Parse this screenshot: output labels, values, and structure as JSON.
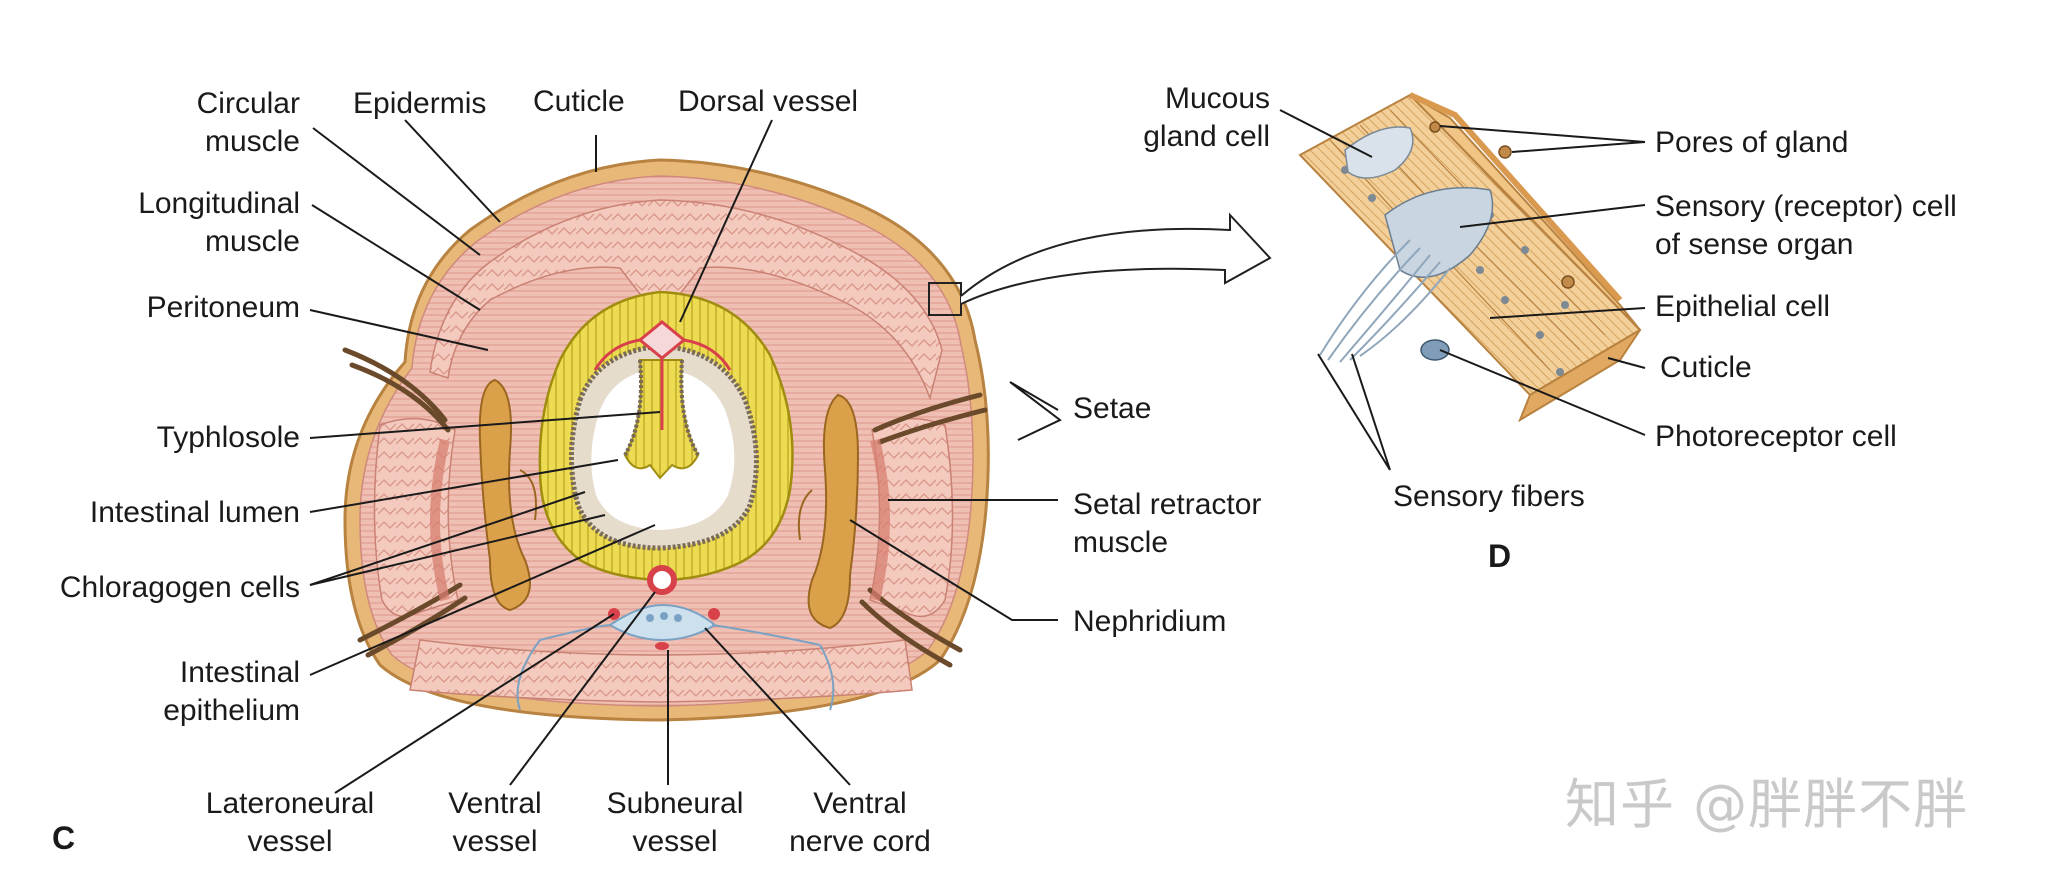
{
  "panels": {
    "c": "C",
    "d": "D"
  },
  "labels_c": {
    "circular_muscle": [
      "Circular",
      "muscle"
    ],
    "epidermis": "Epidermis",
    "cuticle": "Cuticle",
    "dorsal_vessel": "Dorsal vessel",
    "longitudinal_muscle": [
      "Longitudinal",
      "muscle"
    ],
    "peritoneum": "Peritoneum",
    "typhlosole": "Typhlosole",
    "intestinal_lumen": "Intestinal lumen",
    "chloragogen_cells": "Chloragogen cells",
    "intestinal_epithelium": [
      "Intestinal",
      "epithelium"
    ],
    "setae": "Setae",
    "setal_retractor_muscle": [
      "Setal retractor",
      "muscle"
    ],
    "nephridium": "Nephridium",
    "lateroneural_vessel": [
      "Lateroneural",
      "vessel"
    ],
    "ventral_vessel": [
      "Ventral",
      "vessel"
    ],
    "subneural_vessel": [
      "Subneural",
      "vessel"
    ],
    "ventral_nerve_cord": [
      "Ventral",
      "nerve cord"
    ]
  },
  "labels_d": {
    "mucous_gland_cell": [
      "Mucous",
      "gland cell"
    ],
    "pores_of_gland": "Pores of gland",
    "sensory_receptor_cell": [
      "Sensory (receptor) cell",
      "of sense organ"
    ],
    "epithelial_cell": "Epithelial cell",
    "cuticle": "Cuticle",
    "photoreceptor_cell": "Photoreceptor cell",
    "sensory_fibers": "Sensory fibers"
  },
  "watermark": "知乎 @胖胖不胖",
  "colors": {
    "muscle_pink": "#f2c4b8",
    "muscle_line": "#d88f82",
    "cuticle_tan": "#e8b878",
    "chloragogen_yellow": "#e8d23a",
    "blood_red": "#d8404a",
    "nephridium_gold": "#d99a3a",
    "epithelium_tan": "#f0c890",
    "nerve_blue": "#a9c4d8"
  }
}
